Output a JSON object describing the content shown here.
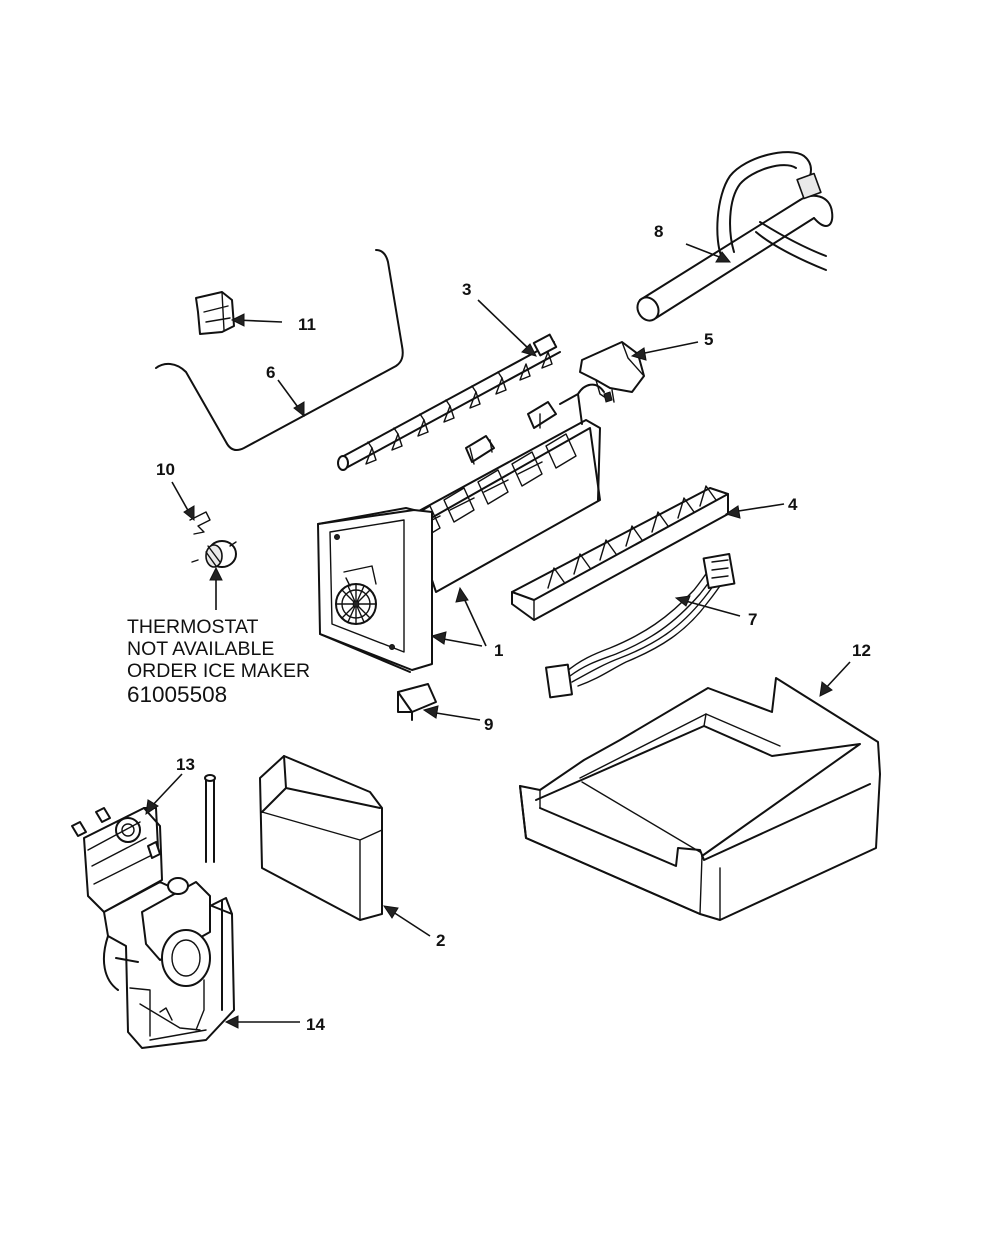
{
  "callouts": {
    "c1": "1",
    "c2": "2",
    "c3": "3",
    "c4": "4",
    "c5": "5",
    "c6": "6",
    "c7": "7",
    "c8": "8",
    "c9": "9",
    "c10": "10",
    "c11": "11",
    "c12": "12",
    "c13": "13",
    "c14": "14"
  },
  "note": {
    "line1": "THERMOSTAT",
    "line2": "NOT AVAILABLE",
    "line3": "ORDER ICE MAKER",
    "part_number": "61005508"
  }
}
